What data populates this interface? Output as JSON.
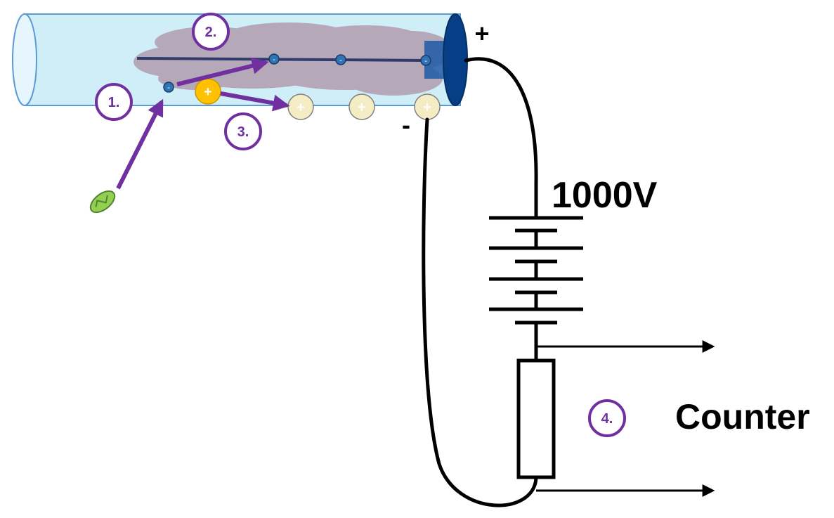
{
  "labels": {
    "voltage": "1000V",
    "counter": "Counter",
    "anode_sign": "+",
    "cathode_sign": "-"
  },
  "steps": [
    {
      "label": "1."
    },
    {
      "label": "2."
    },
    {
      "label": "3."
    },
    {
      "label": "4."
    }
  ],
  "ion_charge_symbol": "+",
  "colors": {
    "tube_fill": "#cfeef8",
    "tube_stroke": "#5b9bd5",
    "anode_cap": "#073f86",
    "gas_cloud": "#b3a3b4",
    "wire": "#000000",
    "step_accent": "#7030a0",
    "electron": "#2e75b6",
    "ion_active": "#ffc000",
    "ion_passive": "#f3ecc4",
    "radiation": "#70ad47"
  }
}
